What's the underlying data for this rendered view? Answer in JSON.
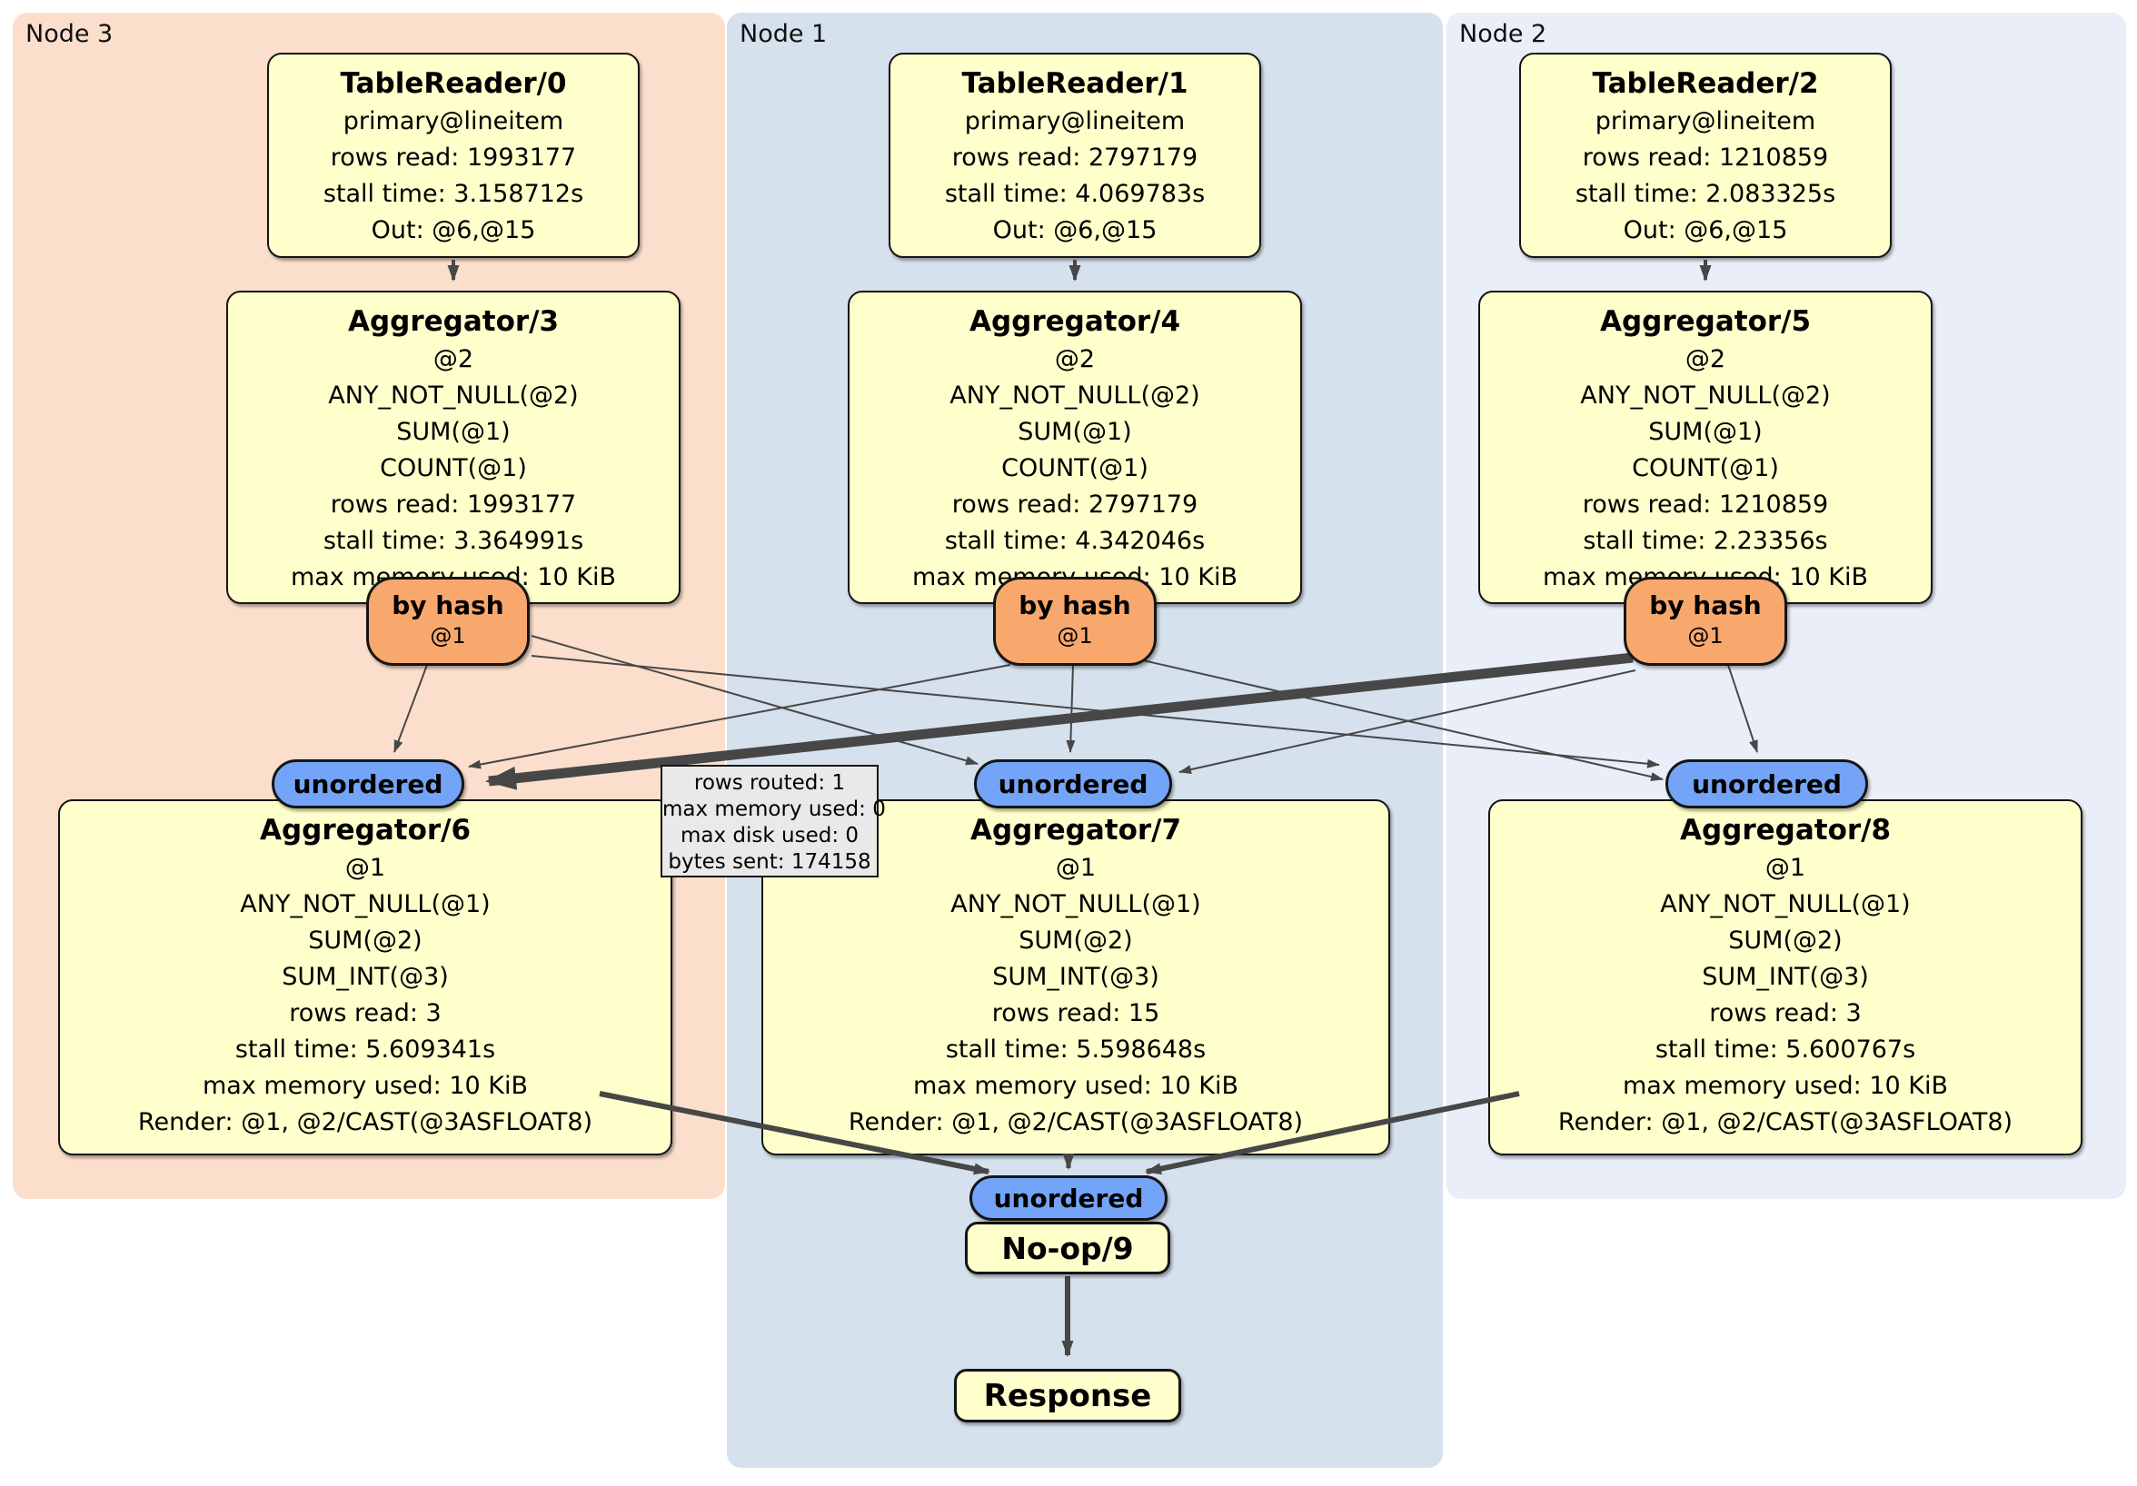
{
  "panels": [
    {
      "label": "Node 3"
    },
    {
      "label": "Node 1"
    },
    {
      "label": "Node 2"
    }
  ],
  "table_readers": [
    {
      "title": "TableReader/0",
      "lines": [
        "primary@lineitem",
        "rows read: 1993177",
        "stall time: 3.158712s",
        "Out: @6,@15"
      ]
    },
    {
      "title": "TableReader/1",
      "lines": [
        "primary@lineitem",
        "rows read: 2797179",
        "stall time: 4.069783s",
        "Out: @6,@15"
      ]
    },
    {
      "title": "TableReader/2",
      "lines": [
        "primary@lineitem",
        "rows read: 1210859",
        "stall time: 2.083325s",
        "Out: @6,@15"
      ]
    }
  ],
  "top_aggregators": [
    {
      "title": "Aggregator/3",
      "lines": [
        "@2",
        "ANY_NOT_NULL(@2)",
        "SUM(@1)",
        "COUNT(@1)",
        "rows read: 1993177",
        "stall time: 3.364991s",
        "max memory used: 10 KiB"
      ]
    },
    {
      "title": "Aggregator/4",
      "lines": [
        "@2",
        "ANY_NOT_NULL(@2)",
        "SUM(@1)",
        "COUNT(@1)",
        "rows read: 2797179",
        "stall time: 4.342046s",
        "max memory used: 10 KiB"
      ]
    },
    {
      "title": "Aggregator/5",
      "lines": [
        "@2",
        "ANY_NOT_NULL(@2)",
        "SUM(@1)",
        "COUNT(@1)",
        "rows read: 1210859",
        "stall time: 2.23356s",
        "max memory used: 10 KiB"
      ]
    }
  ],
  "routers": [
    {
      "label": "by hash",
      "detail": "@1"
    },
    {
      "label": "by hash",
      "detail": "@1"
    },
    {
      "label": "by hash",
      "detail": "@1"
    }
  ],
  "syncs": {
    "unordered_label": "unordered"
  },
  "bottom_aggregators": [
    {
      "title": "Aggregator/6",
      "lines": [
        "@1",
        "ANY_NOT_NULL(@1)",
        "SUM(@2)",
        "SUM_INT(@3)",
        "rows read: 3",
        "stall time: 5.609341s",
        "max memory used: 10 KiB",
        "Render: @1, @2/CAST(@3ASFLOAT8)"
      ]
    },
    {
      "title": "Aggregator/7",
      "lines": [
        "@1",
        "ANY_NOT_NULL(@1)",
        "SUM(@2)",
        "SUM_INT(@3)",
        "rows read: 15",
        "stall time: 5.598648s",
        "max memory used: 10 KiB",
        "Render: @1, @2/CAST(@3ASFLOAT8)"
      ]
    },
    {
      "title": "Aggregator/8",
      "lines": [
        "@1",
        "ANY_NOT_NULL(@1)",
        "SUM(@2)",
        "SUM_INT(@3)",
        "rows read: 3",
        "stall time: 5.600767s",
        "max memory used: 10 KiB",
        "Render: @1, @2/CAST(@3ASFLOAT8)"
      ]
    }
  ],
  "noop": {
    "title": "No-op/9"
  },
  "response": {
    "title": "Response"
  },
  "stream_tooltip": {
    "lines": [
      "rows routed: 1",
      "max memory used: 0",
      "max disk used: 0",
      "bytes sent: 174158"
    ]
  },
  "colors": {
    "processor_fill": "#ffffcc",
    "router_fill": "#f9a86d",
    "sync_fill": "#74a4f7",
    "node3_bg": "#fbdfcc",
    "node1_bg": "#d5e1ed",
    "node2_bg": "#e9eef8",
    "edge": "#474747",
    "tooltip_bg": "#e9e9e9"
  }
}
